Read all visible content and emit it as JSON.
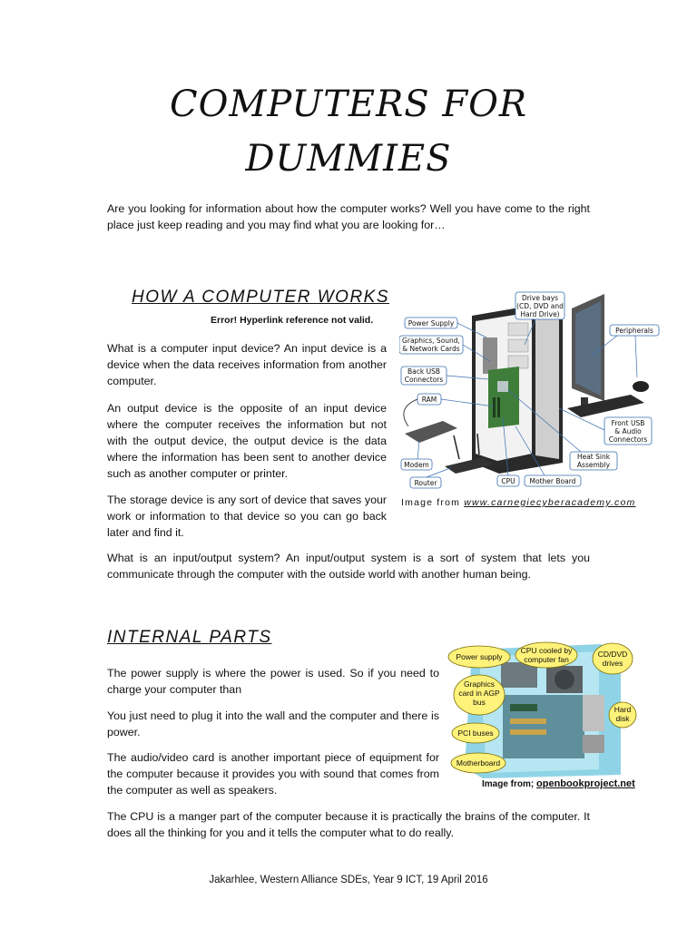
{
  "title": {
    "line1": "COMPUTERS FOR",
    "line2": "DUMMIES"
  },
  "intro": "Are you looking for information about how the computer works? Well you have come to the right place just keep reading and you may find what you are looking for…",
  "section1": {
    "heading": "HOW A COMPUTER WORKS",
    "error": "Error! Hyperlink reference not valid.",
    "paragraphs": [
      "What is a computer input device? An input device is a device when the data receives information from another computer.",
      "An output device is the opposite of an input device where the computer receives the information but not with the output device, the output device is the data where the information has been sent to another device such as another computer or printer.",
      "The storage device is any sort of device that saves your work or information to that device so you can go back later and find it.",
      "What is an input/output system? An input/output system is a sort of system that lets you communicate through the computer with the outside world with another human being."
    ],
    "figure": {
      "labels": {
        "drive_bays": [
          "Drive bays",
          "(CD, DVD and",
          "Hard Drive)"
        ],
        "power_supply": "Power Supply",
        "graphics": [
          "Graphics, Sound,",
          "& Network Cards"
        ],
        "peripherals": "Peripherals",
        "back_usb": [
          "Back USB",
          "Connectors"
        ],
        "ram": "RAM",
        "front_usb": [
          "Front USB",
          "& Audio",
          "Connectors"
        ],
        "heat_sink": [
          "Heat Sink",
          "Assembly"
        ],
        "modem": "Modem",
        "router": "Router",
        "cpu": "CPU",
        "motherboard": "Mother Board"
      },
      "caption_prefix": "Image from ",
      "caption_link": "www.carnegiecyberacademy.com"
    }
  },
  "section2": {
    "heading": "INTERNAL PARTS",
    "paragraphs": [
      "The power supply is where the power is used. So if you need to charge your computer than",
      "You just need to plug it into the wall and the computer and there is power.",
      "The audio/video card is another important piece of equipment for the computer because it provides you with sound that comes from the computer as well as speakers.",
      "The CPU is a manger part of the computer because it is practically the brains of the computer. It does all the thinking for you and it tells the computer what to do really."
    ],
    "figure": {
      "labels": {
        "power_supply": "Power supply",
        "cpu_fan": [
          "CPU cooled by",
          "computer fan"
        ],
        "cd_dvd": [
          "CD/DVD",
          "drives"
        ],
        "graphics": [
          "Graphics",
          "card in AGP",
          "bus"
        ],
        "hard_disk": [
          "Hard",
          "disk"
        ],
        "pci": "PCI buses",
        "motherboard": "Motherboard"
      },
      "caption_prefix": "Image from; ",
      "caption_link": "openbookproject.net"
    }
  },
  "footer": "Jakarhlee, Western Alliance SDEs, Year 9 ICT, 19 April 2016",
  "colors": {
    "text": "#111111",
    "background": "#ffffff",
    "label_box": "#ffffff",
    "bubble_fill": "#fff27a",
    "case_blue": "#8fd4e6"
  }
}
